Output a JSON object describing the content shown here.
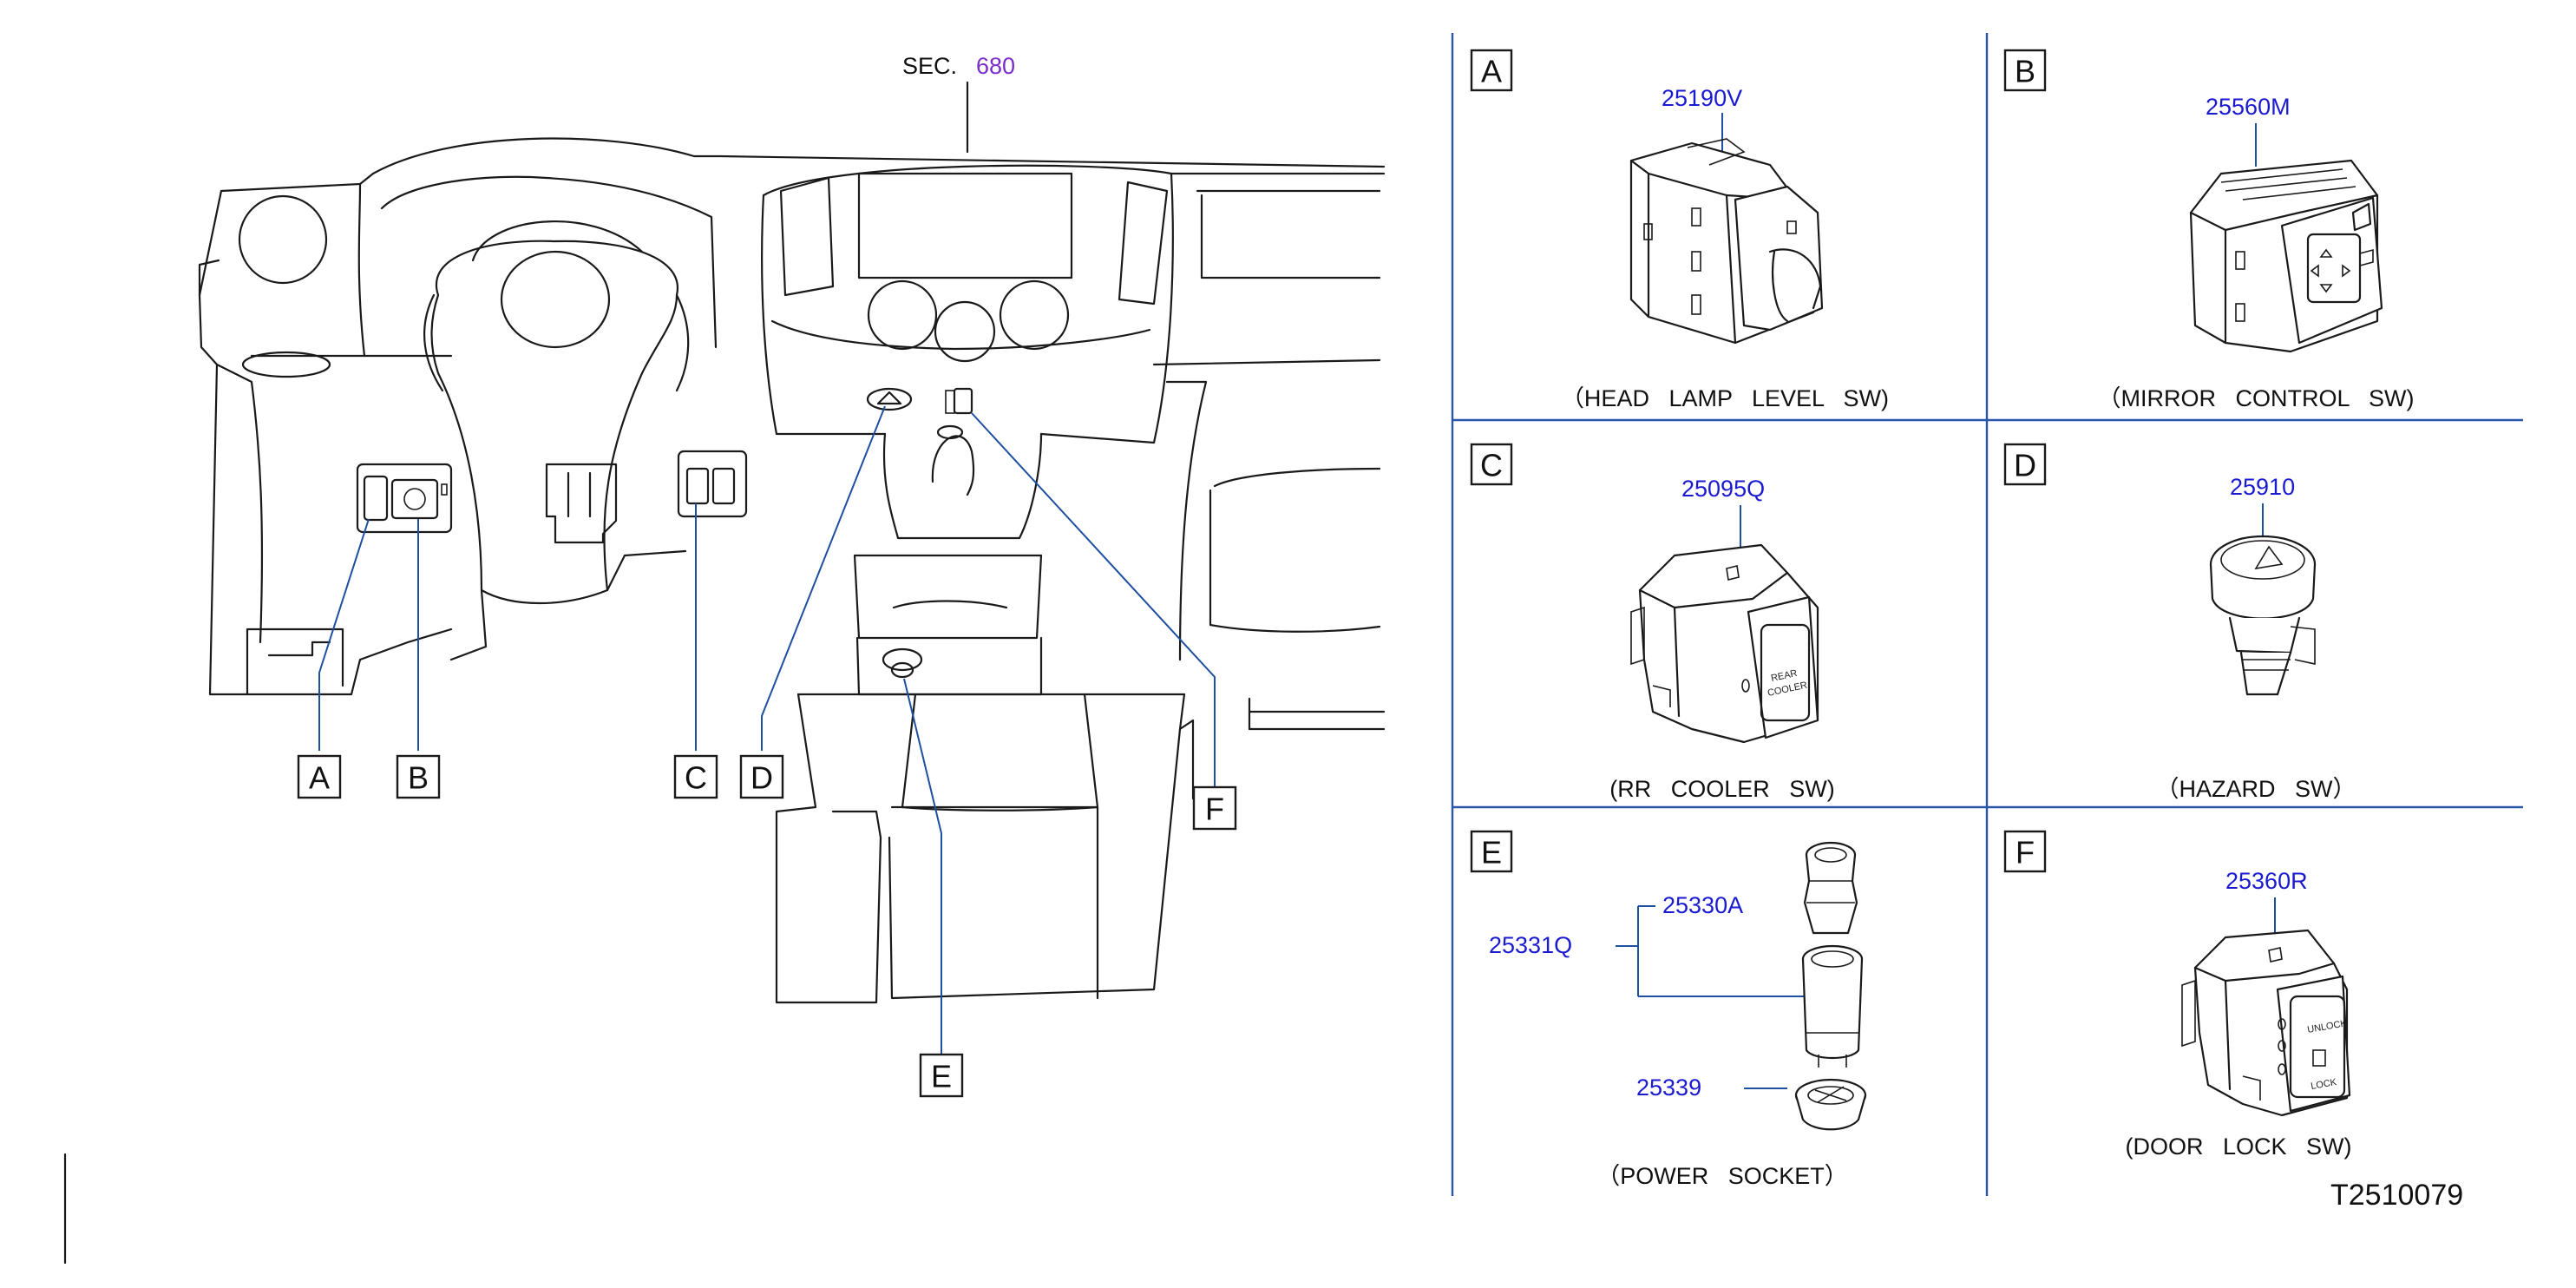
{
  "section": {
    "prefix": "SEC.",
    "number": "680"
  },
  "main_callouts": [
    "A",
    "B",
    "C",
    "D",
    "E",
    "F"
  ],
  "panels": [
    {
      "letter": "A",
      "part": "25190V",
      "caption": "（HEAD   LAMP   LEVEL   SW)"
    },
    {
      "letter": "B",
      "part": "25560M",
      "caption": "（MIRROR   CONTROL   SW)"
    },
    {
      "letter": "C",
      "part": "25095Q",
      "caption": "(RR   COOLER   SW)"
    },
    {
      "letter": "D",
      "part": "25910",
      "caption": "（HAZARD   SW）"
    },
    {
      "letter": "E",
      "caption": "（POWER   SOCKET）",
      "parts": {
        "assembly": "25331Q",
        "plug": "25330A",
        "ring": "25339"
      }
    },
    {
      "letter": "F",
      "part": "25360R",
      "caption": "(DOOR   LOCK   SW)"
    }
  ],
  "switch_labels": {
    "rear": "REAR",
    "cooler": "COOLER",
    "unlock": "UNLOCK",
    "lock": "LOCK"
  },
  "drawing_code": "T2510079"
}
